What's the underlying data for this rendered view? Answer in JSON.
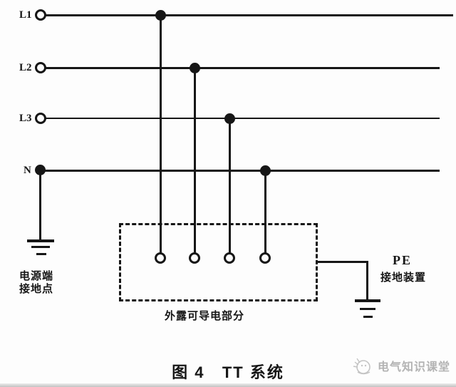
{
  "figure": {
    "caption": "图 4   TT 系统"
  },
  "conductors": {
    "l1": "L1",
    "l2": "L2",
    "l3": "L3",
    "n": "N"
  },
  "annotations": {
    "source_earth": [
      "电源端",
      "接地点"
    ],
    "exposed_conductive_parts": "外露可导电部分",
    "pe": "PE",
    "pe_earth_device": "接地装置"
  },
  "watermark": {
    "text": "电气知识课堂"
  },
  "colors": {
    "line": "#161616",
    "background": "#fdfdfd",
    "watermark": "#b3b3b3"
  }
}
